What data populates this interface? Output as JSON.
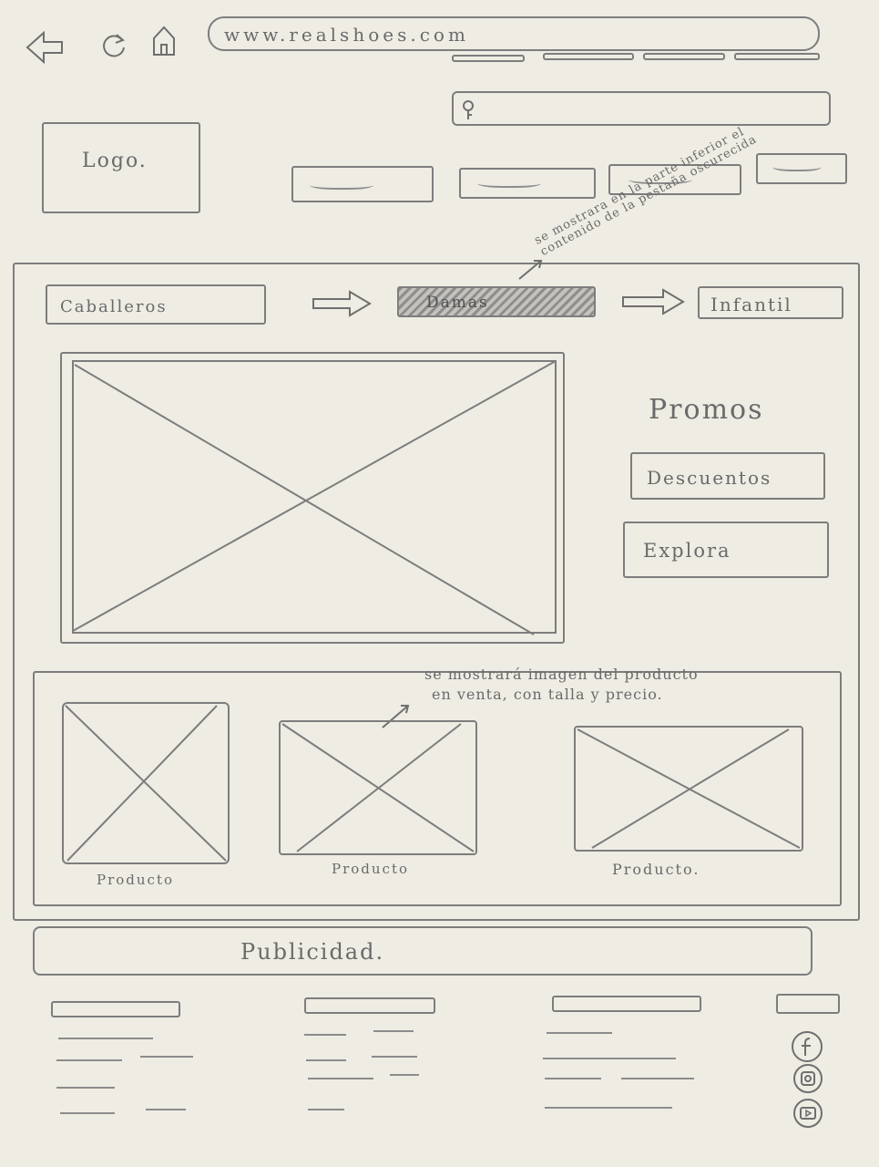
{
  "browser": {
    "url": "www.realshoes.com",
    "back_icon": "arrow-left-icon",
    "reload_icon": "reload-icon",
    "home_icon": "home-icon",
    "search_icon": "search-key-icon"
  },
  "header": {
    "logo_label": "Logo."
  },
  "tabs": {
    "left": "Caballeros",
    "middle": "Damas",
    "right": "Infantil",
    "annotation": "se mostrara en la parte inferior el contenido de la pestaña oscurecida"
  },
  "hero": {
    "promos_title": "Promos",
    "descuentos_label": "Descuentos",
    "explora_label": "Explora"
  },
  "products": {
    "annotation_line1": "se mostrará imagen del producto",
    "annotation_line2": "en venta, con talla y precio.",
    "items": [
      {
        "label": "Producto"
      },
      {
        "label": "Producto"
      },
      {
        "label": "Producto."
      }
    ]
  },
  "ad": {
    "label": "Publicidad."
  },
  "footer": {
    "social": [
      "facebook-icon",
      "instagram-icon",
      "youtube-icon"
    ]
  }
}
